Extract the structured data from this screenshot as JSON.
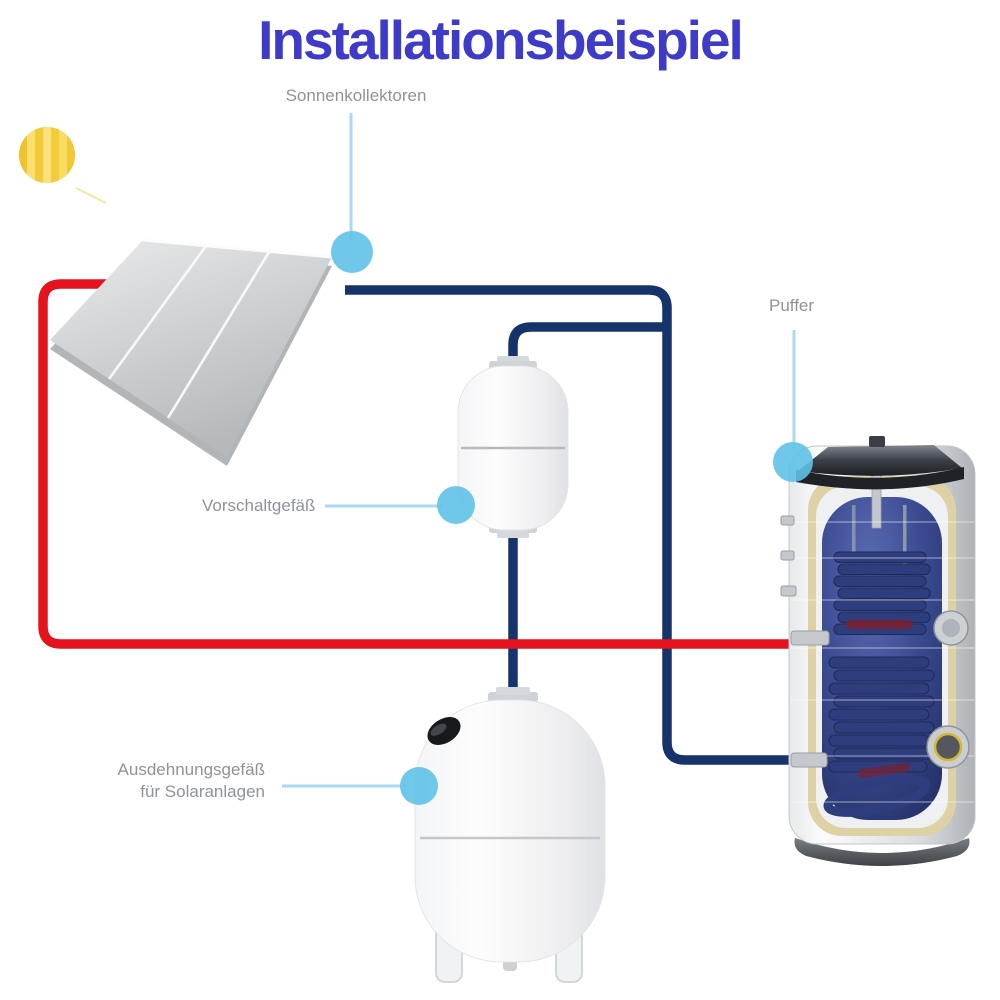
{
  "title": "Installationsbeispiel",
  "labels": {
    "collectors": "Sonnenkollektoren",
    "vorschaltgefaess": "Vorschaltgefäß",
    "ausdehnungsgefaess_line1": "Ausdehnungsgefäß",
    "ausdehnungsgefaess_line2": "für Solaranlagen",
    "puffer": "Puffer"
  },
  "colors": {
    "title-blue": "#3f3bc9",
    "label-gray": "#8d939c",
    "pipe-red": "#e4131d",
    "pipe-navy": "#16336b",
    "dot-blue": "#5fc2e8",
    "leader-blue": "#a8d9f1",
    "sun-yellow": "#f5d042"
  },
  "diagram": {
    "type": "installation-schematic",
    "components": [
      {
        "id": "sun",
        "label": ""
      },
      {
        "id": "solar-collectors",
        "label": "Sonnenkollektoren"
      },
      {
        "id": "vorschaltgefaess",
        "label": "Vorschaltgefäß"
      },
      {
        "id": "ausdehnungsgefaess",
        "label": "Ausdehnungsgefäß für Solaranlagen"
      },
      {
        "id": "puffer",
        "label": "Puffer"
      }
    ],
    "pipes": [
      {
        "id": "flow-pipe",
        "color": "#e4131d",
        "from": "solar-collectors",
        "to": "puffer"
      },
      {
        "id": "return-pipe",
        "color": "#16336b",
        "from": "solar-collectors",
        "to": "puffer"
      },
      {
        "id": "branch-pipe",
        "color": "#16336b",
        "from": "return-pipe",
        "to": "ausdehnungsgefaess",
        "via": "vorschaltgefaess"
      }
    ]
  }
}
